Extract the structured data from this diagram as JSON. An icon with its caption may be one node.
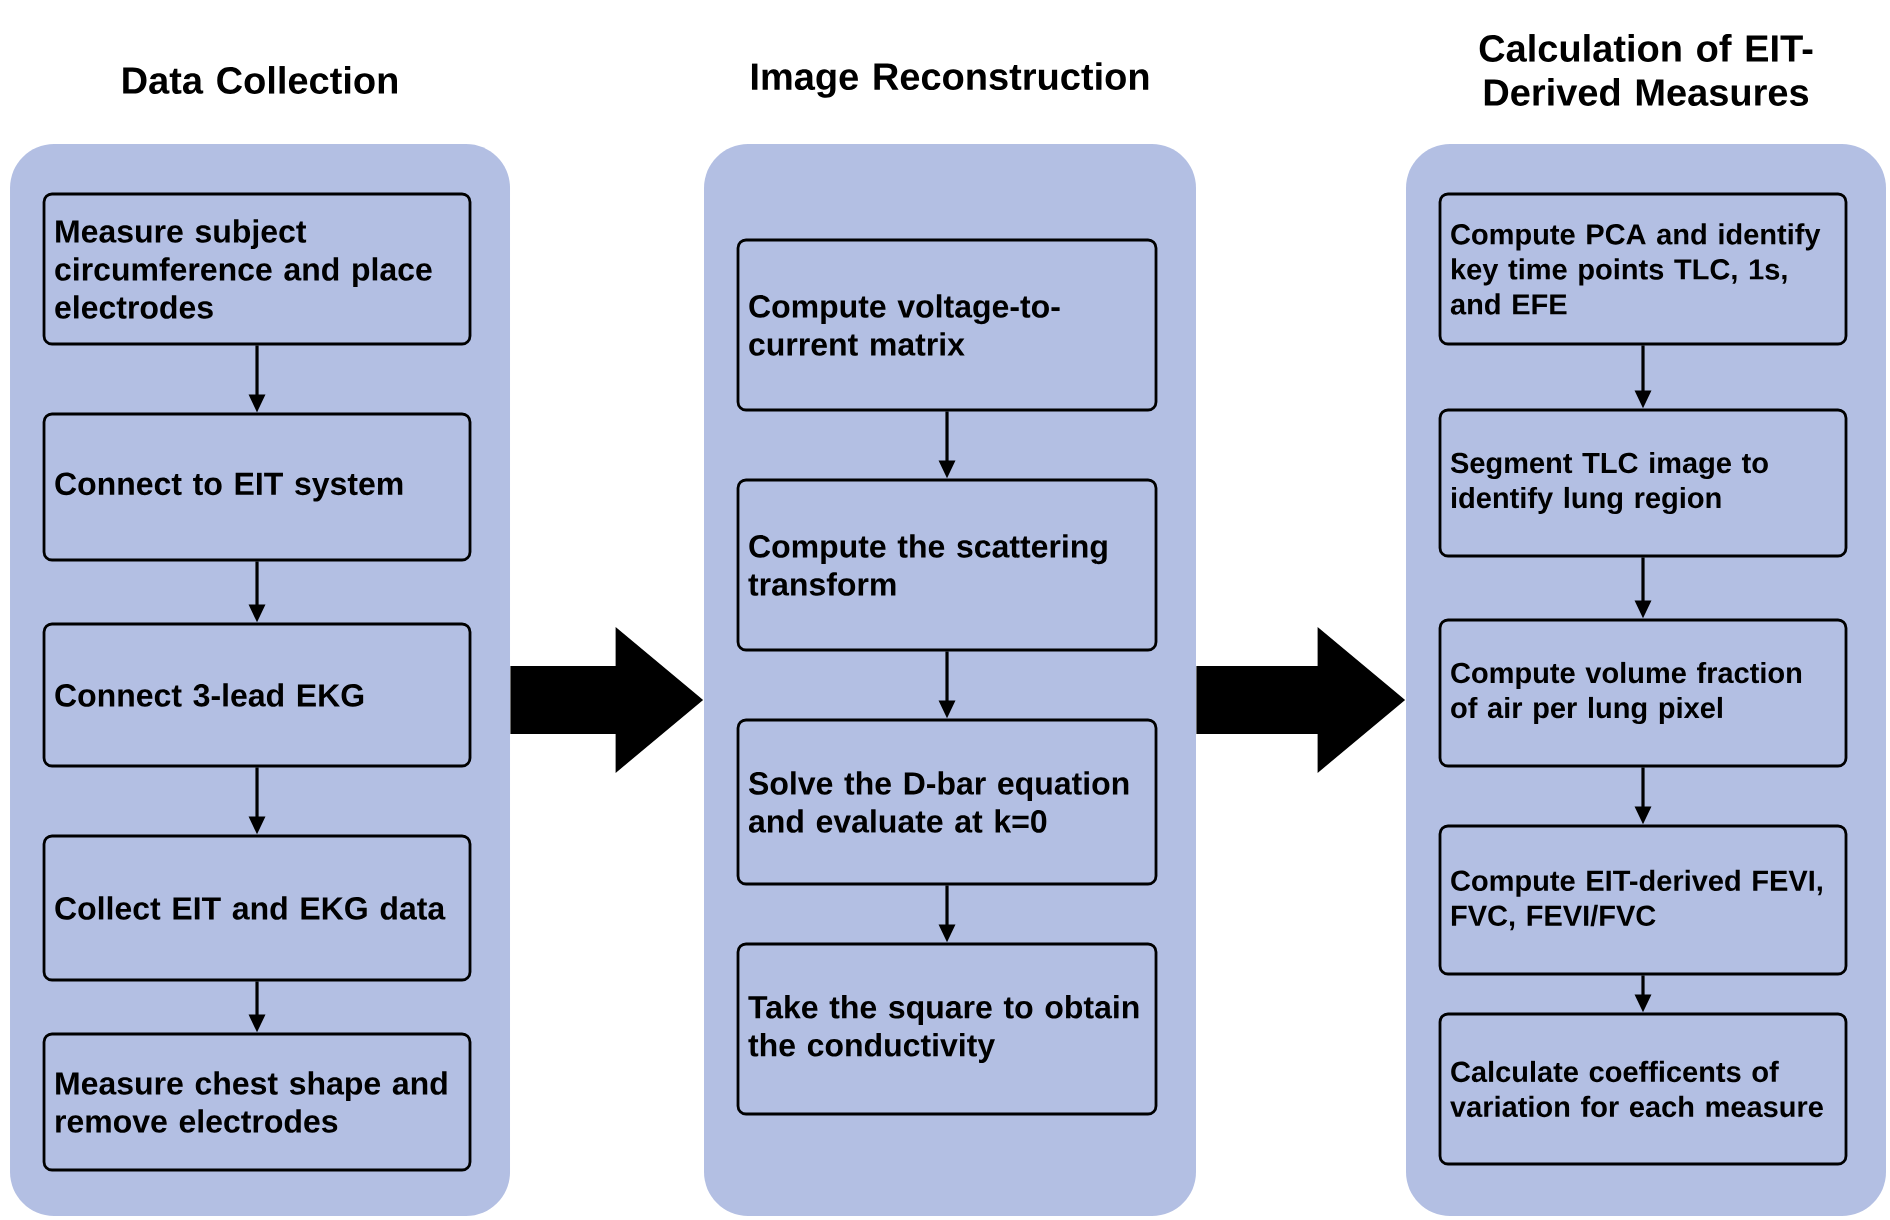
{
  "diagram": {
    "nodes": [
      {
        "text": [
          "Data Collection"
        ]
      },
      {
        "text": [
          "Measure subject circumference and place electrodes"
        ],
        "in": 0
      },
      {
        "text": [
          "Connect to EIT system"
        ],
        "in": 0
      },
      {
        "text": [
          "Connect 3-lead EKG"
        ],
        "in": 0
      },
      {
        "text": [
          "Collect EIT and EKG data"
        ],
        "in": 0
      },
      {
        "text": [
          "Measure chest shape and remove electrodes"
        ],
        "in": 0
      },
      {
        "text": [
          "Image Reconstruction"
        ]
      },
      {
        "text": [
          "Compute voltage-to-current matrix"
        ],
        "in": 6
      },
      {
        "text": [
          "Compute the scattering transform"
        ],
        "in": 6
      },
      {
        "text": [
          "Solve the D-bar equation and evaluate at k=0"
        ],
        "in": 6
      },
      {
        "text": [
          "Take the square to obtain the conductivity"
        ],
        "in": 6
      },
      {
        "text": [
          "Calculation of EIT-Derived Measures"
        ]
      },
      {
        "text": [
          "Compute PCA and identify key time points TLC, 1s, and EFE"
        ],
        "in": 11
      },
      {
        "text": [
          "Segment TLC image to identify lung region"
        ],
        "in": 11
      },
      {
        "text": [
          "Compute volume fraction of air per lung pixel"
        ],
        "in": 11
      },
      {
        "text": [
          "Compute EIT-derived FEVI, FVC, FEVI/FVC"
        ],
        "in": 11
      },
      {
        "text": [
          "Calculate coefficents of variation for each measure"
        ],
        "in": 11
      }
    ],
    "edges": [
      {
        "from": 0,
        "to": 6,
        "arrow": "to",
        "style": "thick"
      },
      {
        "from": 6,
        "to": 11,
        "arrow": "to",
        "style": "thick"
      },
      {
        "from": 1,
        "to": 2,
        "arrow": "to"
      },
      {
        "from": 2,
        "to": 3,
        "arrow": "to"
      },
      {
        "from": 3,
        "to": 4,
        "arrow": "to"
      },
      {
        "from": 4,
        "to": 5,
        "arrow": "to"
      },
      {
        "from": 7,
        "to": 8,
        "arrow": "to"
      },
      {
        "from": 8,
        "to": 9,
        "arrow": "to"
      },
      {
        "from": 9,
        "to": 10,
        "arrow": "to"
      },
      {
        "from": 12,
        "to": 13,
        "arrow": "to"
      },
      {
        "from": 13,
        "to": 14,
        "arrow": "to"
      },
      {
        "from": 14,
        "to": 15,
        "arrow": "to"
      },
      {
        "from": 15,
        "to": 16,
        "arrow": "to"
      }
    ]
  }
}
